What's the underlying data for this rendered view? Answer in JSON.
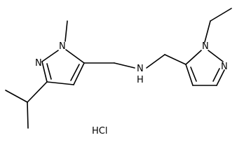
{
  "molecule": {
    "labels": {
      "n1_left": "N",
      "n2_left": "N",
      "amine_n": "N",
      "amine_h": "H",
      "n1_right": "N",
      "n2_right": "N"
    },
    "salt": "HCl"
  },
  "colors": {
    "bond": "#000000",
    "text": "#000000",
    "background": "#ffffff"
  }
}
